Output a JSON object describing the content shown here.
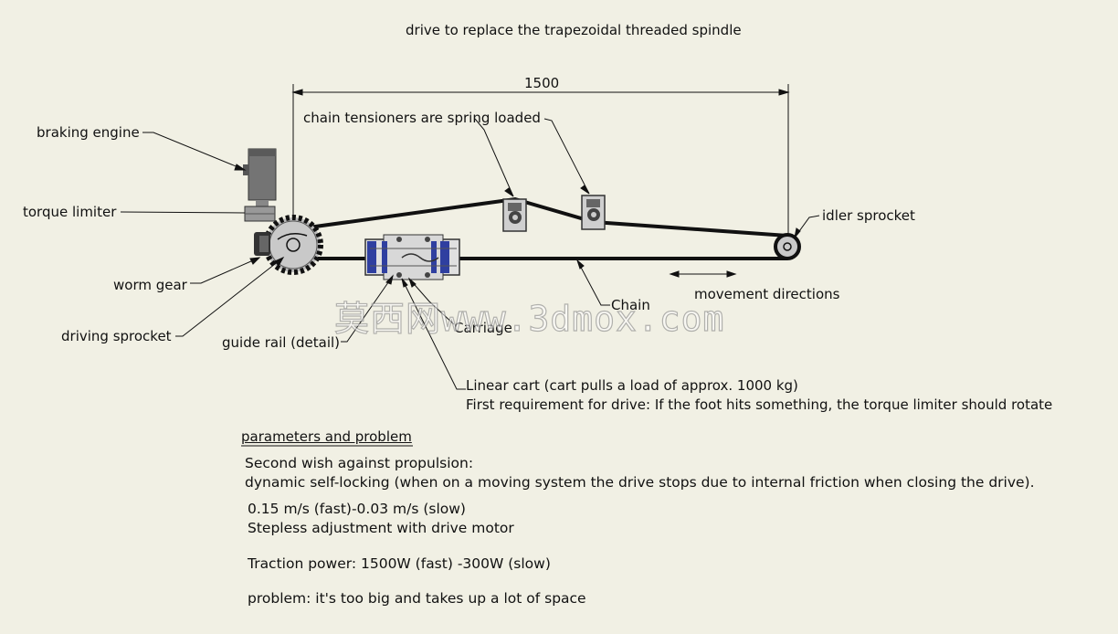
{
  "title": "drive to replace the trapezoidal threaded spindle",
  "dimension": "1500",
  "labels": {
    "braking_engine": "braking engine",
    "torque_limiter": "torque limiter",
    "worm_gear": "worm gear",
    "driving_sprocket": "driving sprocket",
    "guide_rail": "guide rail (detail)",
    "carriage": "Carriage",
    "chain_tensioners": "chain tensioners are spring loaded",
    "idler_sprocket": "idler sprocket",
    "chain": "Chain",
    "movement_directions": "movement directions",
    "linear_cart": "Linear cart (cart pulls a load of approx. 1000 kg)",
    "first_requirement": "First requirement for drive: If the foot hits something, the torque limiter should rotate"
  },
  "parameters": {
    "heading": "parameters and problem",
    "second_wish": "Second wish against propulsion:",
    "self_locking": "dynamic self-locking (when on a moving system the drive stops due to internal friction when closing the drive).",
    "speed": "0.15 m/s (fast)-0.03 m/s (slow)",
    "adjustment": "Stepless adjustment with drive motor",
    "traction": "Traction power: 1500W (fast) -300W (slow)",
    "problem": "problem: it's too big and takes up a lot of space"
  },
  "watermark": "莫西网www.3dmox.com",
  "colors": {
    "background": "#f1f0e4",
    "line": "#111111",
    "motor_gray": "#6e6e6e",
    "cart_blue": "#2f3fa0"
  }
}
